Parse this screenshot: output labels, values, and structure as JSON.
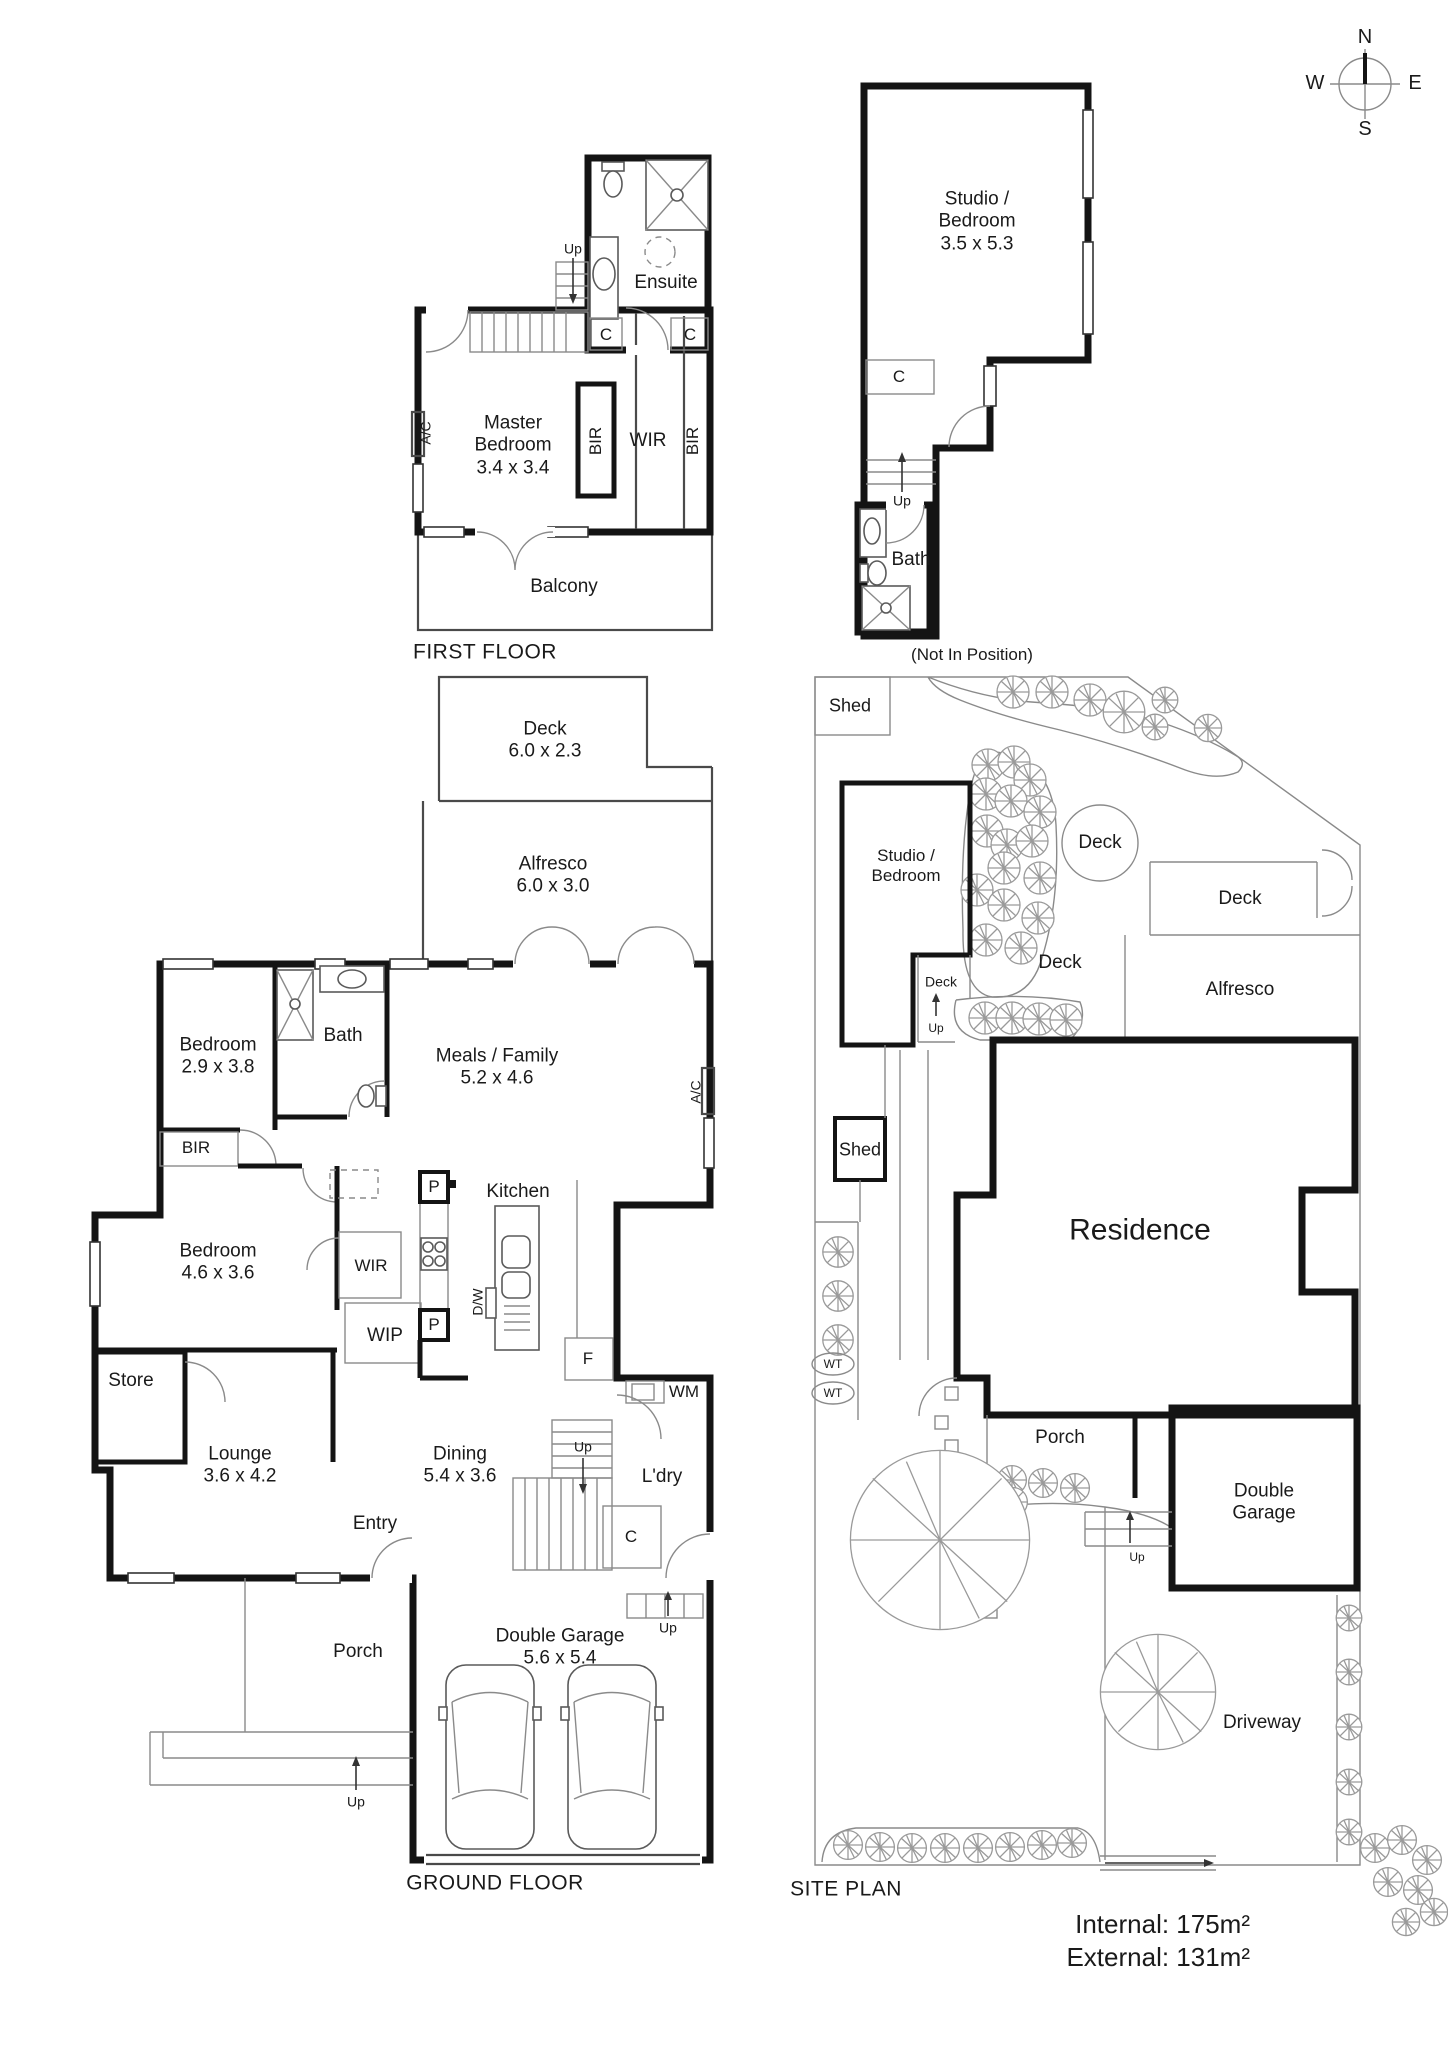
{
  "compass": {
    "n": "N",
    "e": "E",
    "s": "S",
    "w": "W"
  },
  "first_floor": {
    "caption": "FIRST FLOOR",
    "up": "Up",
    "ensuite": "Ensuite",
    "closet_left": "C",
    "closet_right": "C",
    "master_name": "Master Bedroom",
    "master_dims": "3.4 x 3.4",
    "ac": "A/C",
    "bir_inner": "BIR",
    "wir": "WIR",
    "bir_right": "BIR",
    "balcony": "Balcony"
  },
  "studio": {
    "caption": "(Not In Position)",
    "name": "Studio /",
    "name2": "Bedroom",
    "dims": "3.5 x 5.3",
    "closet": "C",
    "up": "Up",
    "bath": "Bath"
  },
  "ground_floor": {
    "caption": "GROUND FLOOR",
    "deck_name": "Deck",
    "deck_dims": "6.0 x 2.3",
    "alfresco_name": "Alfresco",
    "alfresco_dims": "6.0 x 3.0",
    "bedroom1_name": "Bedroom",
    "bedroom1_dims": "2.9 x 3.8",
    "bath": "Bath",
    "meals_name": "Meals / Family",
    "meals_dims": "5.2 x 4.6",
    "ac": "A/C",
    "bir": "BIR",
    "bedroom2_name": "Bedroom",
    "bedroom2_dims": "4.6 x 3.6",
    "wir": "WIR",
    "kitchen": "Kitchen",
    "pantry_top": "P",
    "pantry_bottom": "P",
    "dw": "D/W",
    "wip": "WIP",
    "store": "Store",
    "fridge": "F",
    "wm": "WM",
    "lounge_name": "Lounge",
    "lounge_dims": "3.6 x 4.2",
    "dining_name": "Dining",
    "dining_dims": "5.4 x 3.6",
    "up_stairs": "Up",
    "ldry": "L'dry",
    "entry": "Entry",
    "closet": "C",
    "porch": "Porch",
    "up_porch": "Up",
    "up_garage": "Up",
    "garage_name": "Double Garage",
    "garage_dims": "5.6 x 5.4"
  },
  "site_plan": {
    "caption": "SITE PLAN",
    "shed_top": "Shed",
    "shed_mid": "Shed",
    "studio_name": "Studio /",
    "studio_name2": "Bedroom",
    "deck_round": "Deck",
    "deck_right": "Deck",
    "deck_mid": "Deck",
    "deck_small": "Deck",
    "up_deck": "Up",
    "alfresco": "Alfresco",
    "residence": "Residence",
    "wt1": "WT",
    "wt2": "WT",
    "porch": "Porch",
    "garage_name": "Double",
    "garage_name2": "Garage",
    "up_garage": "Up",
    "driveway": "Driveway"
  },
  "totals": {
    "internal": "Internal: 175m²",
    "external": "External: 131m²"
  }
}
